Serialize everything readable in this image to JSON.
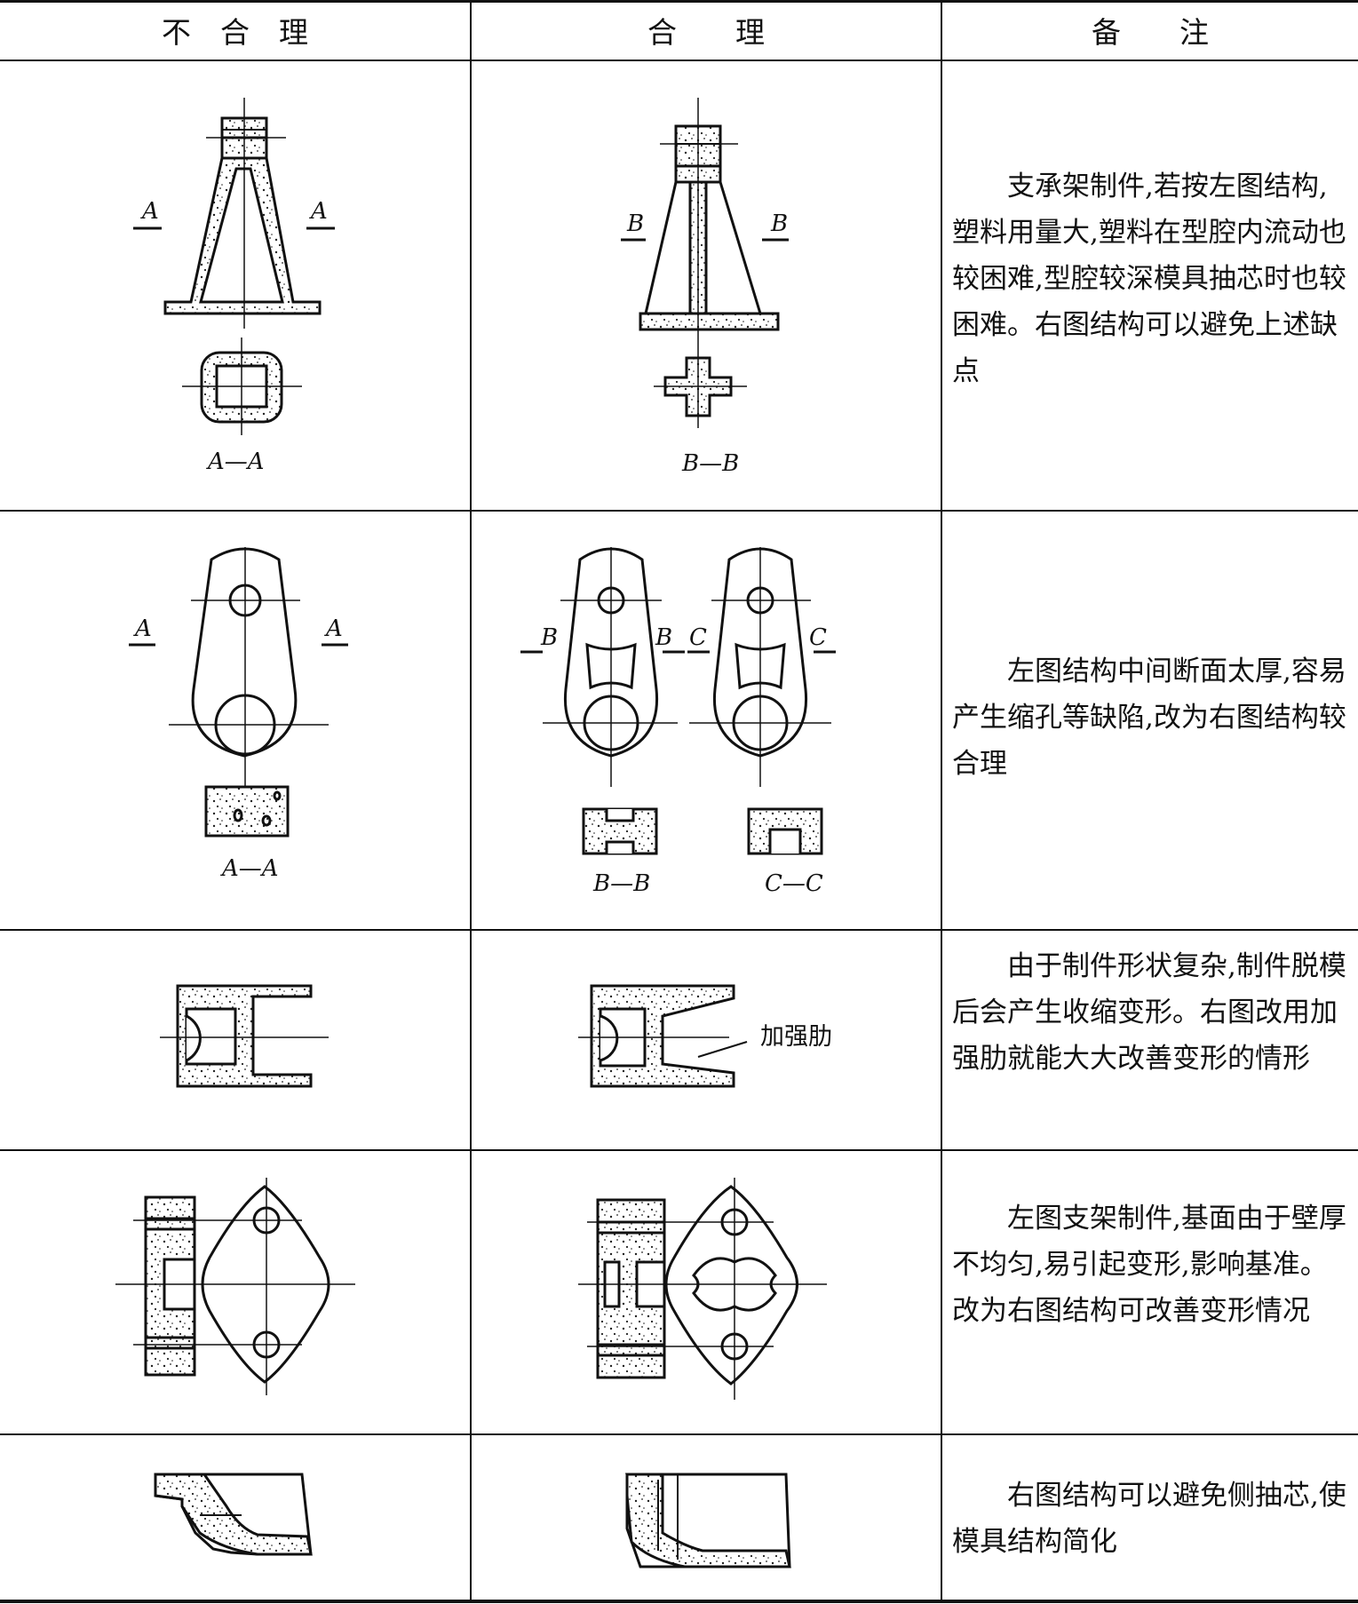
{
  "header": {
    "col1": "不　合　理",
    "col2": "合　　理",
    "col3": "备　　注"
  },
  "rows": [
    {
      "left_labels": [
        "A",
        "A",
        "A—A"
      ],
      "right_labels": [
        "B",
        "B",
        "B—B"
      ],
      "note": "支承架制件,若按左图结构,塑料用量大,塑料在型腔内流动也较困难,型腔较深模具抽芯时也较困难。右图结构可以避免上述缺点"
    },
    {
      "left_labels": [
        "A",
        "A",
        "A—A"
      ],
      "right_labels": [
        "B",
        "B",
        "C",
        "C",
        "B—B",
        "C—C"
      ],
      "note": "左图结构中间断面太厚,容易产生缩孔等缺陷,改为右图结构较合理"
    },
    {
      "right_labels": [
        "加强肋"
      ],
      "note": "由于制件形状复杂,制件脱模后会产生收缩变形。右图改用加强肋就能大大改善变形的情形"
    },
    {
      "note": "左图支架制件,基面由于壁厚不均匀,易引起变形,影响基准。改为右图结构可改善变形情况"
    },
    {
      "note": "右图结构可以避免侧抽芯,使模具结构简化"
    }
  ]
}
